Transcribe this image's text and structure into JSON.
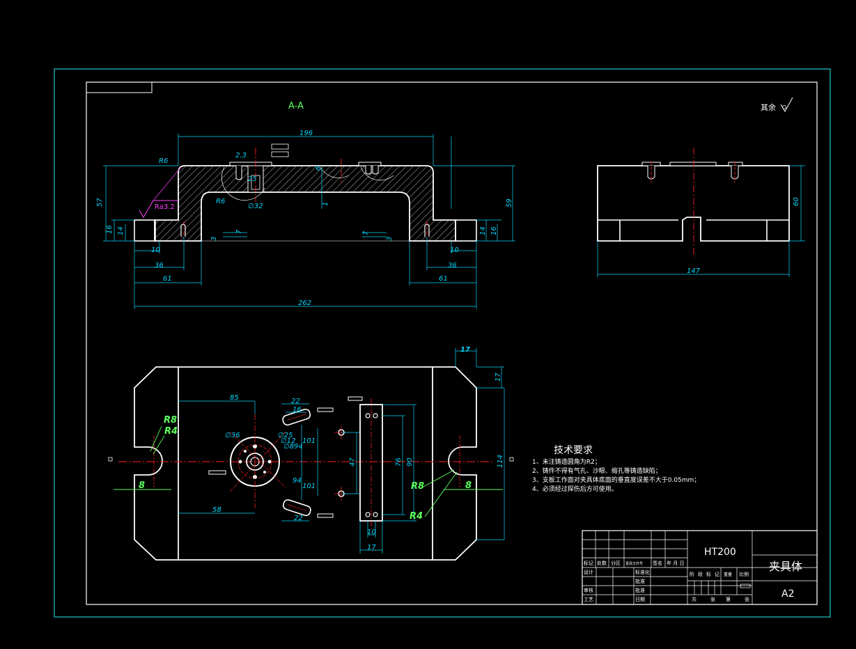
{
  "section_label": "A-A",
  "roughness_note": "其余",
  "roughness_value": "Ra3.2",
  "colors": {
    "outline": "#ffffff",
    "dimension": "#00d8ff",
    "centerline": "#ff2020",
    "hatch": "#ffffff",
    "green_label": "#5dff5d",
    "magenta": "#ff40ff",
    "frame": "#20c8c8",
    "title_text": "#ffffff"
  },
  "section_dims": {
    "d196": "196",
    "r6_top": "R6",
    "d57": "57",
    "d16_l": "16",
    "d14_l": "14",
    "d10_l": "10",
    "d36_l": "36",
    "d61_l": "61",
    "d262": "262",
    "r6_in": "R6",
    "d23": "2.3",
    "d25": "25",
    "d32": "∅32",
    "d6": "6",
    "d1": "1",
    "d7_l": "7",
    "d3_l": "3",
    "d59": "59",
    "d14_r": "14",
    "d16_r": "16",
    "d7_r": "7",
    "d3_r": "3",
    "d10_r": "10",
    "d36_r": "36",
    "d61_r": "61"
  },
  "side_dims": {
    "d60": "60",
    "d147": "147"
  },
  "plan_dims": {
    "d17_top": "17",
    "d17_right": "17",
    "d114": "114",
    "r8_l": "R8",
    "r4_l": "R4",
    "d8_l": "8",
    "d85": "85",
    "d58": "58",
    "d36": "∅36",
    "d25": "∅25",
    "d12": "∅12",
    "d8": "∅8",
    "d94a": "94",
    "d94b": "94",
    "d101a": "101",
    "d101b": "101",
    "d22a": "22",
    "d16": "16",
    "d22b": "22",
    "d47": "47",
    "d76": "76",
    "d90": "90",
    "d10": "10",
    "d17_bot": "17",
    "r8_r": "R8",
    "r4_r": "R4",
    "d8_r": "8"
  },
  "tech": {
    "title": "技术要求",
    "items": [
      "1、未注铸造圆角为R2；",
      "2、铸件不得有气孔、沙眼、缩孔等铸造缺陷；",
      "3、支板工作面对夹具体底面的垂直度误差不大于0.05mm；",
      "4、必须经过探伤后方可使用。"
    ]
  },
  "title_block": {
    "material": "HT200",
    "part_name": "夹具体",
    "sheet_size": "A2",
    "rev_headers": [
      "标记",
      "处数",
      "分区",
      "更改文件号",
      "签名",
      "年 月 日"
    ],
    "row_labels_left": [
      "设计",
      "审核",
      "工艺"
    ],
    "row_labels_mid": [
      "标准化",
      "批准"
    ],
    "row_labels_mid2": [
      "批准",
      "日期"
    ],
    "stage_headers": [
      "阶",
      "段",
      "标",
      "记"
    ],
    "weight_label": "重量",
    "scale_label": "比例",
    "sheet_total": [
      "共",
      "张"
    ],
    "sheet_num": [
      "第",
      "张"
    ]
  }
}
